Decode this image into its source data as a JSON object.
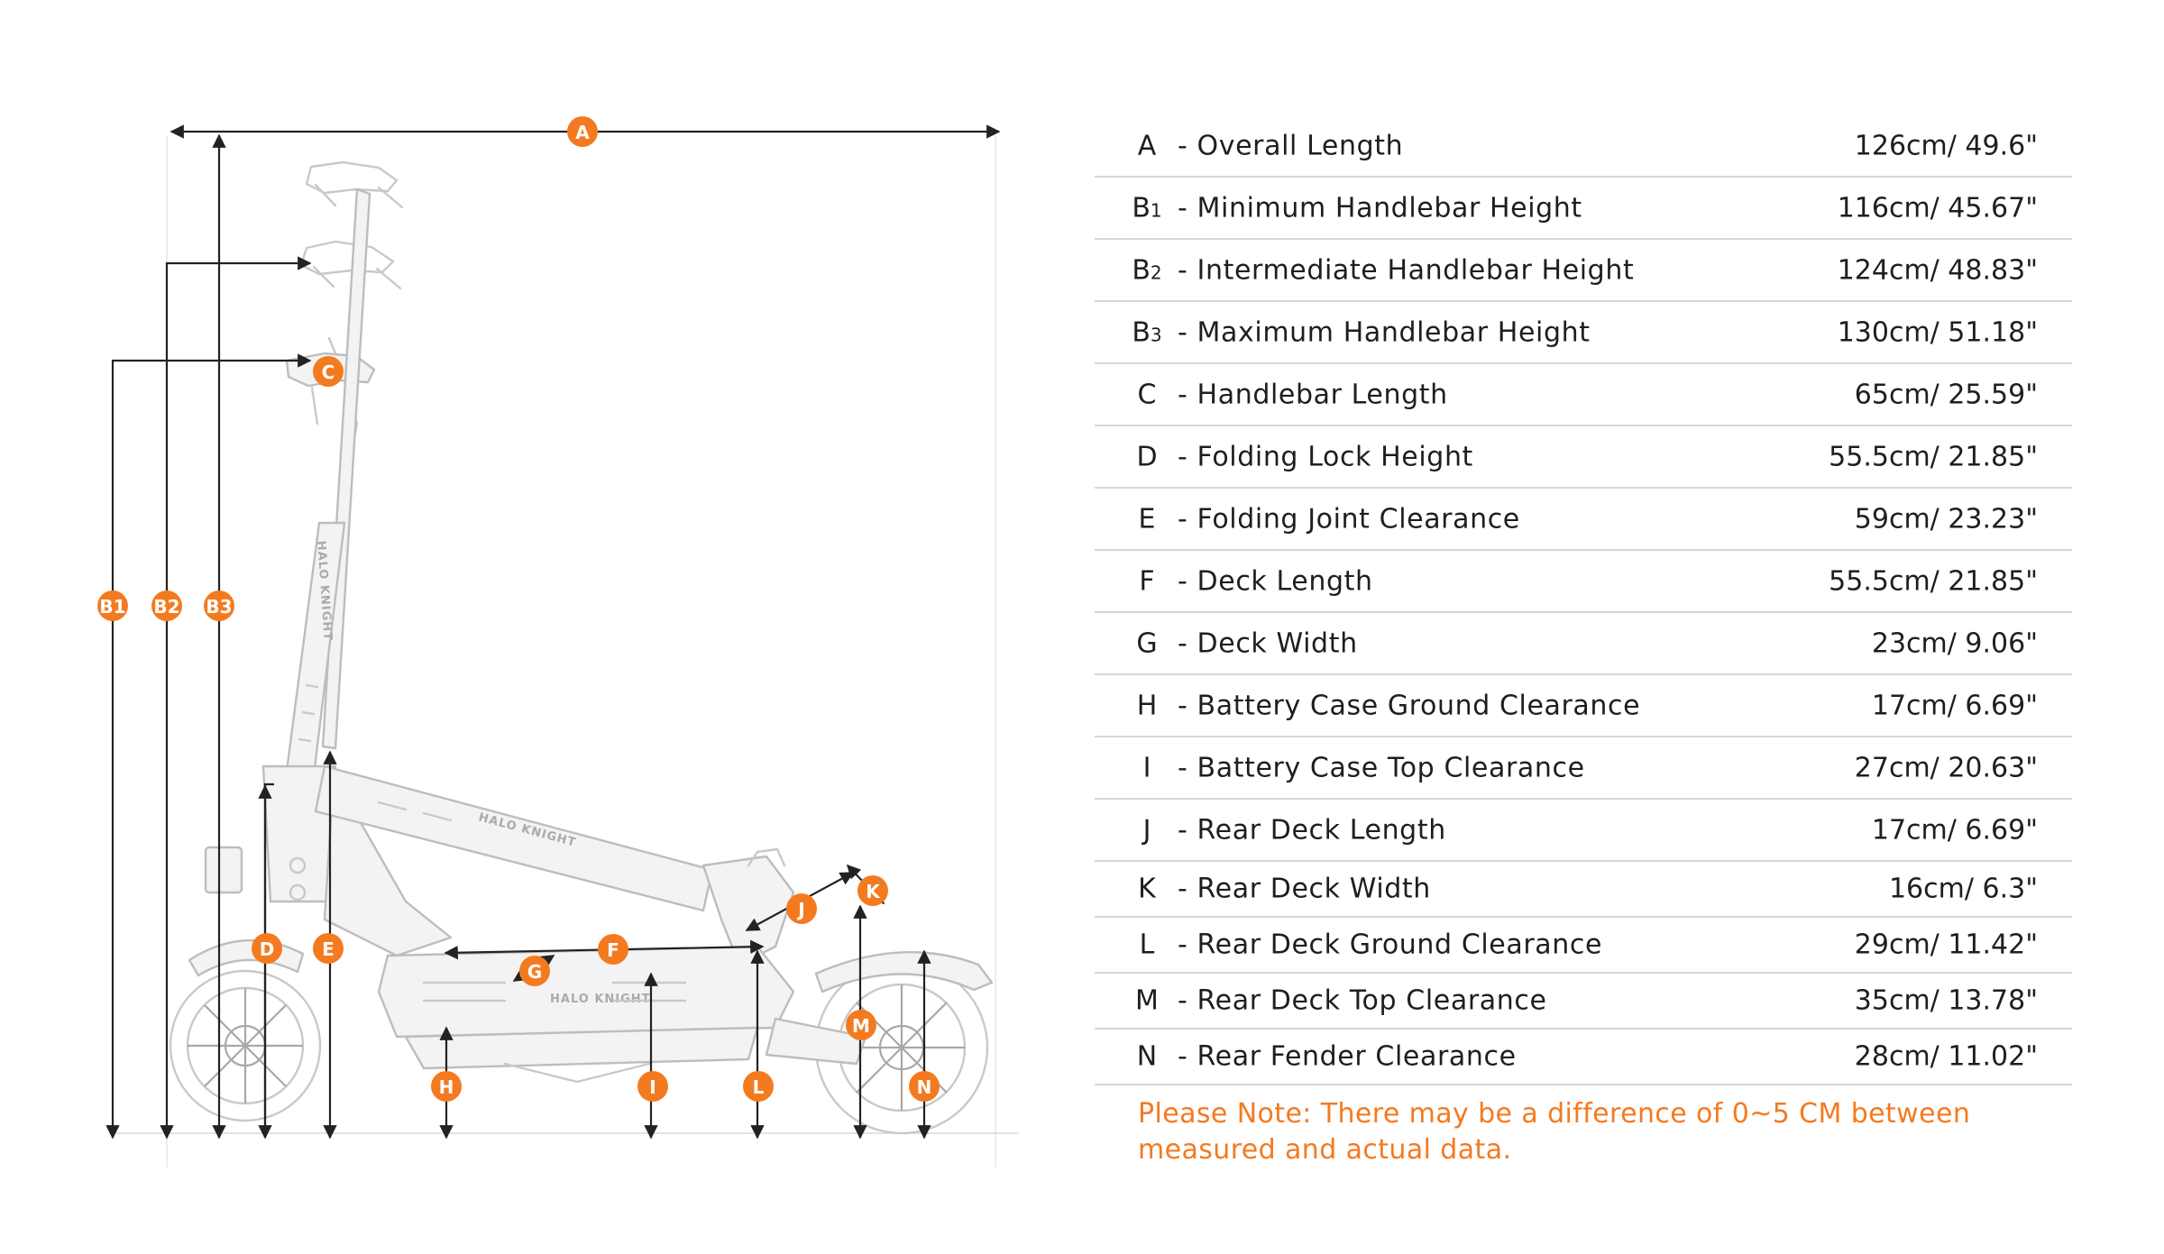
{
  "colors": {
    "accent": "#f47a20",
    "text": "#1e1e1e",
    "divider": "#d6d6d6",
    "line": "#222222"
  },
  "diagram": {
    "brand_mark": "HALO KNIGHT",
    "badges": {
      "A": "A",
      "B1": "B1",
      "B2": "B2",
      "B3": "B3",
      "C": "C",
      "D": "D",
      "E": "E",
      "F": "F",
      "G": "G",
      "H": "H",
      "I": "I",
      "J": "J",
      "K": "K",
      "L": "L",
      "M": "M",
      "N": "N"
    }
  },
  "specs": [
    {
      "code": "A",
      "sub": "",
      "label": "- Overall Length",
      "value": "126cm/ 49.6\""
    },
    {
      "code": "B",
      "sub": "1",
      "label": "- Minimum Handlebar Height",
      "value": "116cm/ 45.67\""
    },
    {
      "code": "B",
      "sub": "2",
      "label": "- Intermediate Handlebar Height",
      "value": "124cm/ 48.83\""
    },
    {
      "code": "B",
      "sub": "3",
      "label": "- Maximum Handlebar Height",
      "value": "130cm/ 51.18\""
    },
    {
      "code": "C",
      "sub": "",
      "label": "- Handlebar Length",
      "value": "65cm/ 25.59\""
    },
    {
      "code": "D",
      "sub": "",
      "label": "- Folding Lock Height",
      "value": "55.5cm/ 21.85\""
    },
    {
      "code": "E",
      "sub": "",
      "label": "- Folding Joint Clearance",
      "value": "59cm/ 23.23\""
    },
    {
      "code": "F",
      "sub": "",
      "label": "- Deck Length",
      "value": "55.5cm/ 21.85\""
    },
    {
      "code": "G",
      "sub": "",
      "label": "- Deck Width",
      "value": "23cm/ 9.06\""
    },
    {
      "code": "H",
      "sub": "",
      "label": "- Battery Case Ground Clearance",
      "value": "17cm/ 6.69\""
    },
    {
      "code": "I",
      "sub": "",
      "label": "- Battery Case Top Clearance",
      "value": "27cm/ 20.63\""
    },
    {
      "code": "J",
      "sub": "",
      "label": "- Rear Deck Length",
      "value": "17cm/ 6.69\""
    },
    {
      "code": "K",
      "sub": "",
      "label": "- Rear Deck Width",
      "value": "16cm/ 6.3\""
    },
    {
      "code": "L",
      "sub": "",
      "label": "- Rear Deck Ground Clearance",
      "value": "29cm/ 11.42\""
    },
    {
      "code": "M",
      "sub": "",
      "label": "- Rear Deck Top Clearance",
      "value": "35cm/ 13.78\""
    },
    {
      "code": "N",
      "sub": "",
      "label": "- Rear Fender Clearance",
      "value": "28cm/ 11.02\""
    }
  ],
  "note": "Please Note: There may be a difference of 0~5 CM between measured and actual data."
}
